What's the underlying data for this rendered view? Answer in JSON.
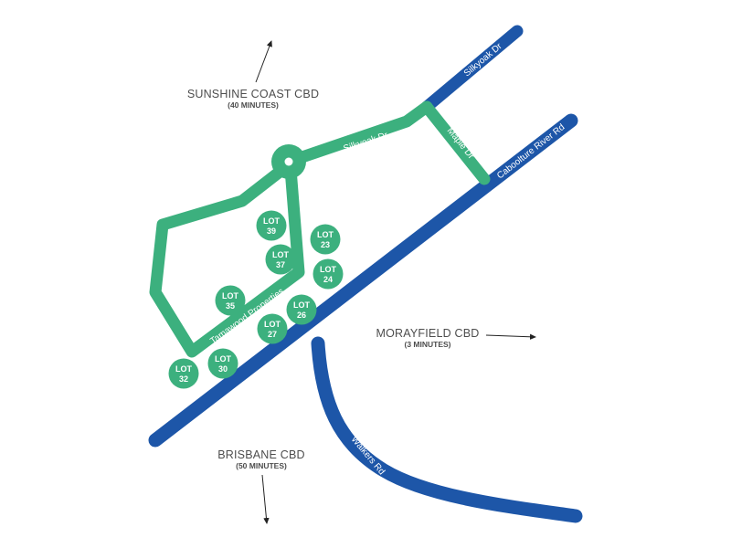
{
  "colors": {
    "blue_road": "#1d56a8",
    "green_road": "#3cb07e",
    "text": "#4d4d4d",
    "arrow": "#222222"
  },
  "roads": {
    "silkyoak_dr_blue": "Silkyoak Dr",
    "silkyoak_dr_green": "Silkyoak Dr",
    "maple_dr": "Maple Dr",
    "caboolture_river_rd_upper": "Caboolture River Rd",
    "caboolture_river_rd_lower": "Caboolture River Rd",
    "walkers_rd": "Walkers Rd",
    "tamawood_properties": "Tamawood Properties"
  },
  "destinations": {
    "sunshine_coast": {
      "title": "SUNSHINE COAST CBD",
      "sub": "(40 MINUTES)"
    },
    "morayfield": {
      "title": "MORAYFIELD CBD",
      "sub": "(3 MINUTES)"
    },
    "brisbane": {
      "title": "BRISBANE CBD",
      "sub": "(50 MINUTES)"
    }
  },
  "lots": [
    {
      "prefix": "LOT",
      "num": "39"
    },
    {
      "prefix": "LOT",
      "num": "23"
    },
    {
      "prefix": "LOT",
      "num": "37"
    },
    {
      "prefix": "LOT",
      "num": "24"
    },
    {
      "prefix": "LOT",
      "num": "35"
    },
    {
      "prefix": "LOT",
      "num": "26"
    },
    {
      "prefix": "LOT",
      "num": "27"
    },
    {
      "prefix": "LOT",
      "num": "30"
    },
    {
      "prefix": "LOT",
      "num": "32"
    }
  ]
}
